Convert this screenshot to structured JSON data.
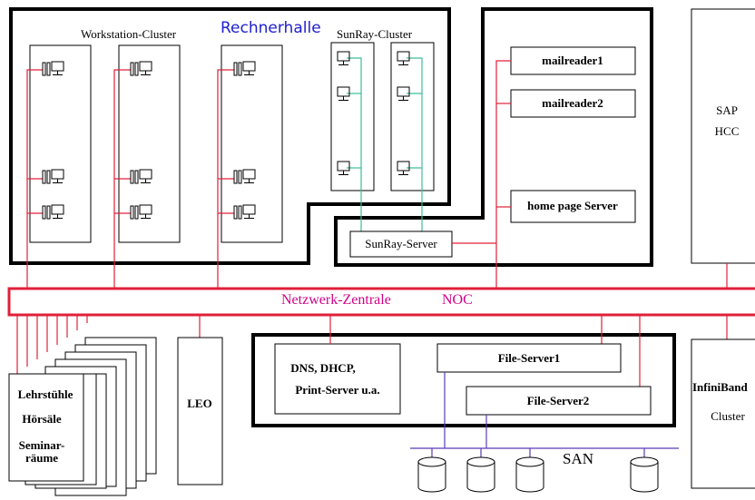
{
  "colors": {
    "network": "#e0203a",
    "sunray_link": "#3cbf9a",
    "san_link": "#5a3bb5",
    "outline": "#000000",
    "title_blue": "#2020d0",
    "noc_magenta": "#d0008a"
  },
  "machine_room": {
    "title": "Rechnerhalle"
  },
  "workstation_cluster": {
    "label": "Workstation-Cluster"
  },
  "sunray_cluster": {
    "label": "SunRay-Cluster"
  },
  "sunray_server": {
    "label": "SunRay-Server"
  },
  "servers": {
    "mailreader1": "mailreader1",
    "mailreader2": "mailreader2",
    "homepage": "home page Server"
  },
  "sap": {
    "line1": "SAP",
    "line2": "HCC"
  },
  "noc": {
    "label": "Netzwerk-Zentrale",
    "abbr": "NOC"
  },
  "chairs": {
    "line1": "Lehrstühle",
    "line2": "Hörsäle",
    "line3": "Seminar-",
    "line4": "räume"
  },
  "leo": {
    "label": "LEO"
  },
  "dns_box": {
    "line1": "DNS, DHCP,",
    "line2": "Print-Server u.a."
  },
  "file_servers": {
    "fs1": "File-Server1",
    "fs2": "File-Server2"
  },
  "san": {
    "label": "SAN"
  },
  "infiniband": {
    "line1": "InfiniBand",
    "line2": "Cluster"
  },
  "icons": {
    "workstation": "workstation-icon",
    "sunray_terminal": "terminal-icon",
    "storage": "disk-storage-icon"
  }
}
